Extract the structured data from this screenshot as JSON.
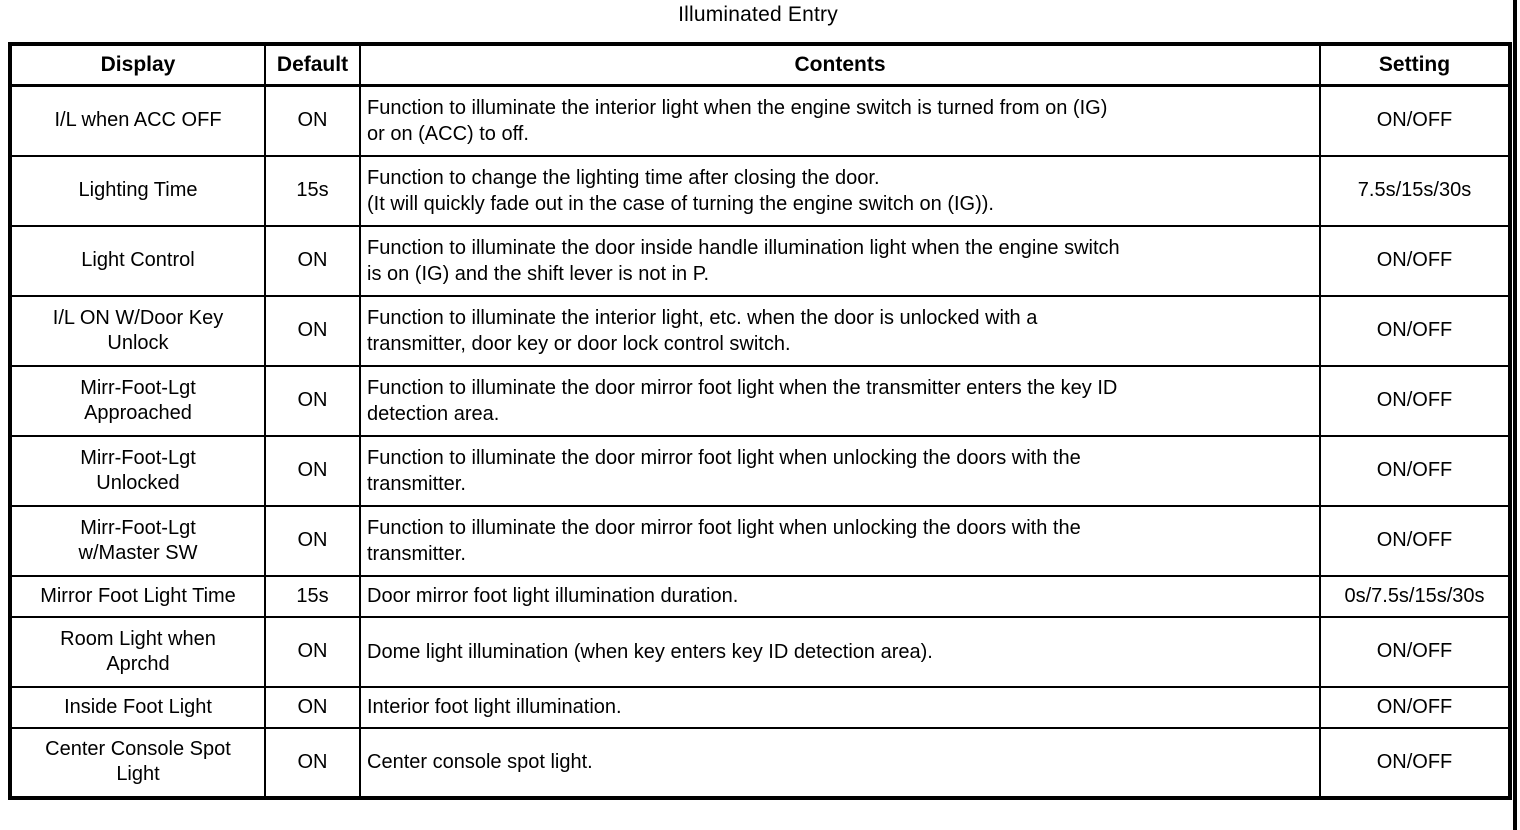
{
  "page": {
    "title": "Illuminated Entry"
  },
  "table": {
    "headers": {
      "display": "Display",
      "default": "Default",
      "contents": "Contents",
      "setting": "Setting"
    },
    "rows": [
      {
        "display": "I/L when ACC OFF",
        "default": "ON",
        "contents": "Function to illuminate the interior light when the engine switch is turned from on (IG)\nor on (ACC) to off.",
        "setting": "ON/OFF"
      },
      {
        "display": "Lighting Time",
        "default": "15s",
        "contents": "Function to change the lighting time after closing the door.\n(It will quickly fade out in the case of turning the engine switch on (IG)).",
        "setting": "7.5s/15s/30s"
      },
      {
        "display": "Light Control",
        "default": "ON",
        "contents": "Function to illuminate the door inside handle illumination light when the engine switch\nis on (IG) and the shift lever is not in P.",
        "setting": "ON/OFF"
      },
      {
        "display": "I/L ON W/Door Key\nUnlock",
        "default": "ON",
        "contents": "Function to illuminate the interior light, etc. when the door is unlocked with a\ntransmitter, door key or door lock control switch.",
        "setting": "ON/OFF"
      },
      {
        "display": "Mirr-Foot-Lgt\nApproached",
        "default": "ON",
        "contents": "Function to illuminate the door mirror foot light when the transmitter enters the key ID\ndetection area.",
        "setting": "ON/OFF"
      },
      {
        "display": "Mirr-Foot-Lgt\nUnlocked",
        "default": "ON",
        "contents": "Function to illuminate the door mirror foot light when unlocking the doors with the\ntransmitter.",
        "setting": "ON/OFF"
      },
      {
        "display": "Mirr-Foot-Lgt\nw/Master SW",
        "default": "ON",
        "contents": "Function to illuminate the door mirror foot light when unlocking the doors with the\ntransmitter.",
        "setting": "ON/OFF"
      },
      {
        "display": "Mirror Foot Light Time",
        "default": "15s",
        "contents": "Door mirror foot light illumination duration.",
        "setting": "0s/7.5s/15s/30s"
      },
      {
        "display": "Room Light when\nAprchd",
        "default": "ON",
        "contents": "Dome light illumination (when key enters key ID detection area).",
        "setting": "ON/OFF"
      },
      {
        "display": "Inside Foot Light",
        "default": "ON",
        "contents": "Interior foot light illumination.",
        "setting": "ON/OFF"
      },
      {
        "display": "Center Console Spot\nLight",
        "default": "ON",
        "contents": "Center console spot light.",
        "setting": "ON/OFF"
      }
    ]
  }
}
